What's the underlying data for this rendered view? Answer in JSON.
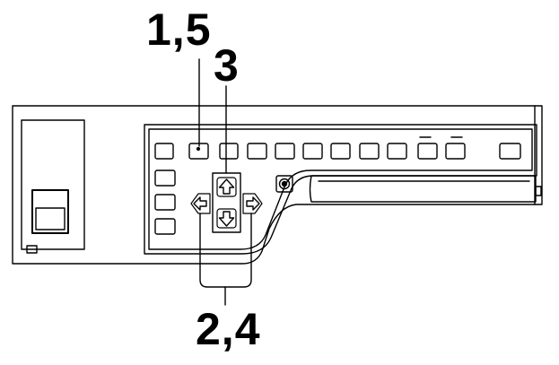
{
  "callouts": {
    "step_1_5": "1,5",
    "step_3": "3",
    "step_2_4": "2,4"
  },
  "icons": {
    "up_arrow": "up-arrow-icon",
    "down_arrow": "down-arrow-icon",
    "left_arrow": "left-arrow-icon",
    "right_arrow": "right-arrow-icon",
    "knob": "round-knob-icon"
  },
  "colors": {
    "line": "#000000",
    "background": "#ffffff"
  }
}
